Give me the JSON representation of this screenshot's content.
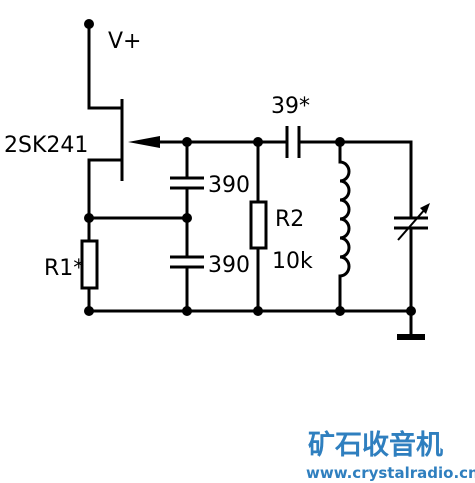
{
  "labels": {
    "supply": "V+",
    "transistor": "2SK241",
    "c_top": "390",
    "c_bottom": "390",
    "c_coupling": "39*",
    "r1": "R1*",
    "r2_name": "R2",
    "r2_value": "10k"
  },
  "watermark": {
    "title": "矿石收音机",
    "url": "www.crystalradio.cn",
    "color": "#2f7fbf"
  }
}
